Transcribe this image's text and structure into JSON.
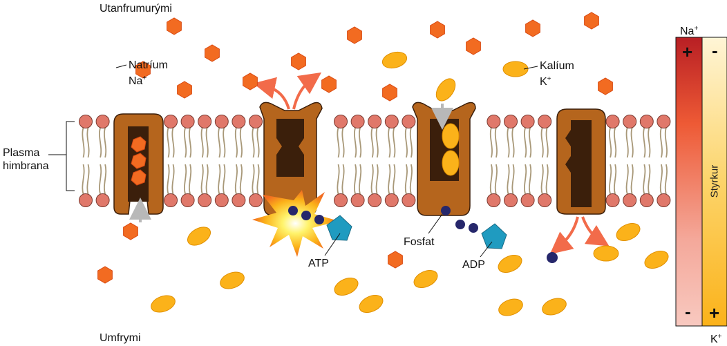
{
  "labels": {
    "outside": "Utanfrumurými",
    "inside": "Umfrymi",
    "sodium": "Natríum",
    "sodium_symbol": "Na",
    "sodium_charge": "+",
    "potassium": "Kalíum",
    "potassium_symbol": "K",
    "potassium_charge": "+",
    "membrane_line1": "Plasma",
    "membrane_line2": "himbrana",
    "atp": "ATP",
    "adp": "ADP",
    "phosphate": "Fosfat",
    "gradient": "Styrkur",
    "gradient_na": "Na",
    "gradient_na_charge": "+",
    "gradient_k": "K",
    "gradient_k_charge": "+",
    "plus": "+",
    "minus": "-"
  },
  "colors": {
    "sodium": "#f26b21",
    "potassium": "#fbb21a",
    "pump": "#b5651d",
    "pump_channel": "#3b1f0b",
    "lipid_head": "#e0786a",
    "phosphate": "#26276b",
    "adenosine": "#1f9bc0",
    "arrow_release": "#f26b4a",
    "arrow_uptake": "#b8b8b8",
    "na_gradient_top": "#b81f24",
    "k_gradient_bottom": "#fbb21a"
  }
}
